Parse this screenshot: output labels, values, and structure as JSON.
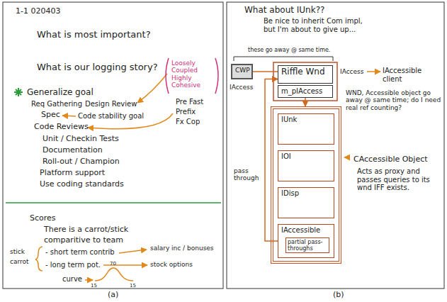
{
  "diagram": {
    "nodes": [
      {
        "text": [
          "CWP"
        ]
      },
      {
        "text": [
          "Riffle Wnd"
        ]
      },
      {
        "text": [
          "m_pIAccess"
        ]
      },
      {
        "text": [
          "CAccessible Object",
          "Acts as proxy and passes queries to its wnd IFF exists."
        ]
      },
      {
        "text": [
          "IUnk"
        ],
        "in": 3
      },
      {
        "text": [
          "IOI"
        ],
        "in": 3
      },
      {
        "text": [
          "IDisp"
        ],
        "in": 3
      },
      {
        "text": [
          "IAccessible",
          "partial pass-throughs"
        ],
        "in": 3
      }
    ],
    "edges": [
      {
        "from": 0,
        "to": 1,
        "arrow": "none"
      },
      {
        "from": 2,
        "to": 3,
        "arrow": "to"
      },
      {
        "from": 7,
        "to": 1,
        "arrow": "to"
      }
    ],
    "labels": [
      "1-1 020403",
      "What is most important?",
      "What is our logging story?",
      "Generalize goal",
      "Req Gathering",
      "Design Review",
      "Spec",
      "Code stability goal",
      "Code Reviews",
      "Unit / Checkin Tests",
      "Documentation",
      "Roll-out / Champion",
      "Platform support",
      "Use coding standards",
      "Loosely Coupled Highly Cohesive",
      "Pre Fast",
      "Prefix",
      "Fx Cop",
      "Scores",
      "There is a carrot/stick",
      "comparitive to team",
      "stick",
      "carrot",
      "- short term contrib",
      "- long term pot.",
      "salary inc / bonuses",
      "stock options",
      "curve",
      "15",
      "70",
      "15",
      "(a)",
      "What about IUnk??",
      "Be nice to inherit Com impl, but I'm about to give up...",
      "these go away @ same time.",
      "IAccess",
      "IAccess",
      "IAccessible client",
      "WND, Accessible object go away @ same time; do I need real ref counting?",
      "pass through",
      "(b)"
    ]
  }
}
